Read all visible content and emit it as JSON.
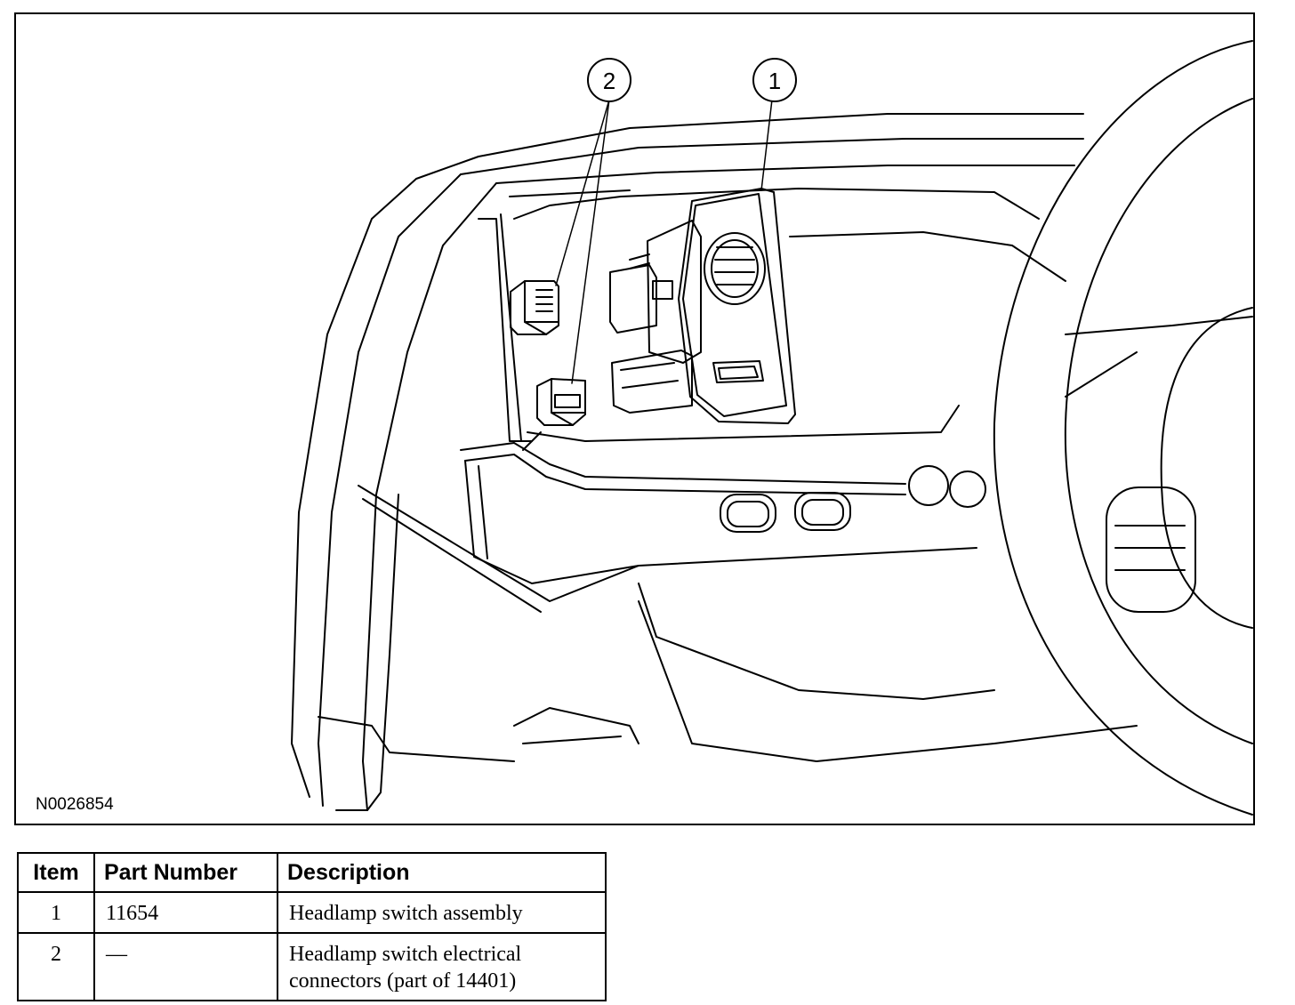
{
  "figure": {
    "id": "N0026854",
    "callouts": [
      {
        "label": "1"
      },
      {
        "label": "2"
      }
    ]
  },
  "parts_table": {
    "headers": [
      "Item",
      "Part Number",
      "Description"
    ],
    "rows": [
      {
        "item": "1",
        "part_number": "11654",
        "description_lines": [
          "Headlamp switch assembly"
        ]
      },
      {
        "item": "2",
        "part_number": "—",
        "description_lines": [
          "Headlamp switch electrical",
          "connectors (part of 14401)"
        ]
      }
    ]
  }
}
